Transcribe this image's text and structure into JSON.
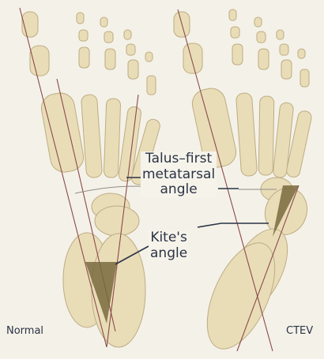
{
  "labels": {
    "angle1_line1": "Talus–first",
    "angle1_line2": "metatarsal",
    "angle1_line3": "angle",
    "angle2_line1": "Kite's",
    "angle2_line2": "angle",
    "foot_left": "Normal",
    "foot_right": "CTEV"
  },
  "colors": {
    "background": "#f4f1e8",
    "bone_fill": "#e9dcb4",
    "bone_outline": "#b9a77a",
    "angle_fill": "#7a6a3e",
    "axis_line": "#8b4b4b",
    "leader_line": "#2a3346"
  }
}
